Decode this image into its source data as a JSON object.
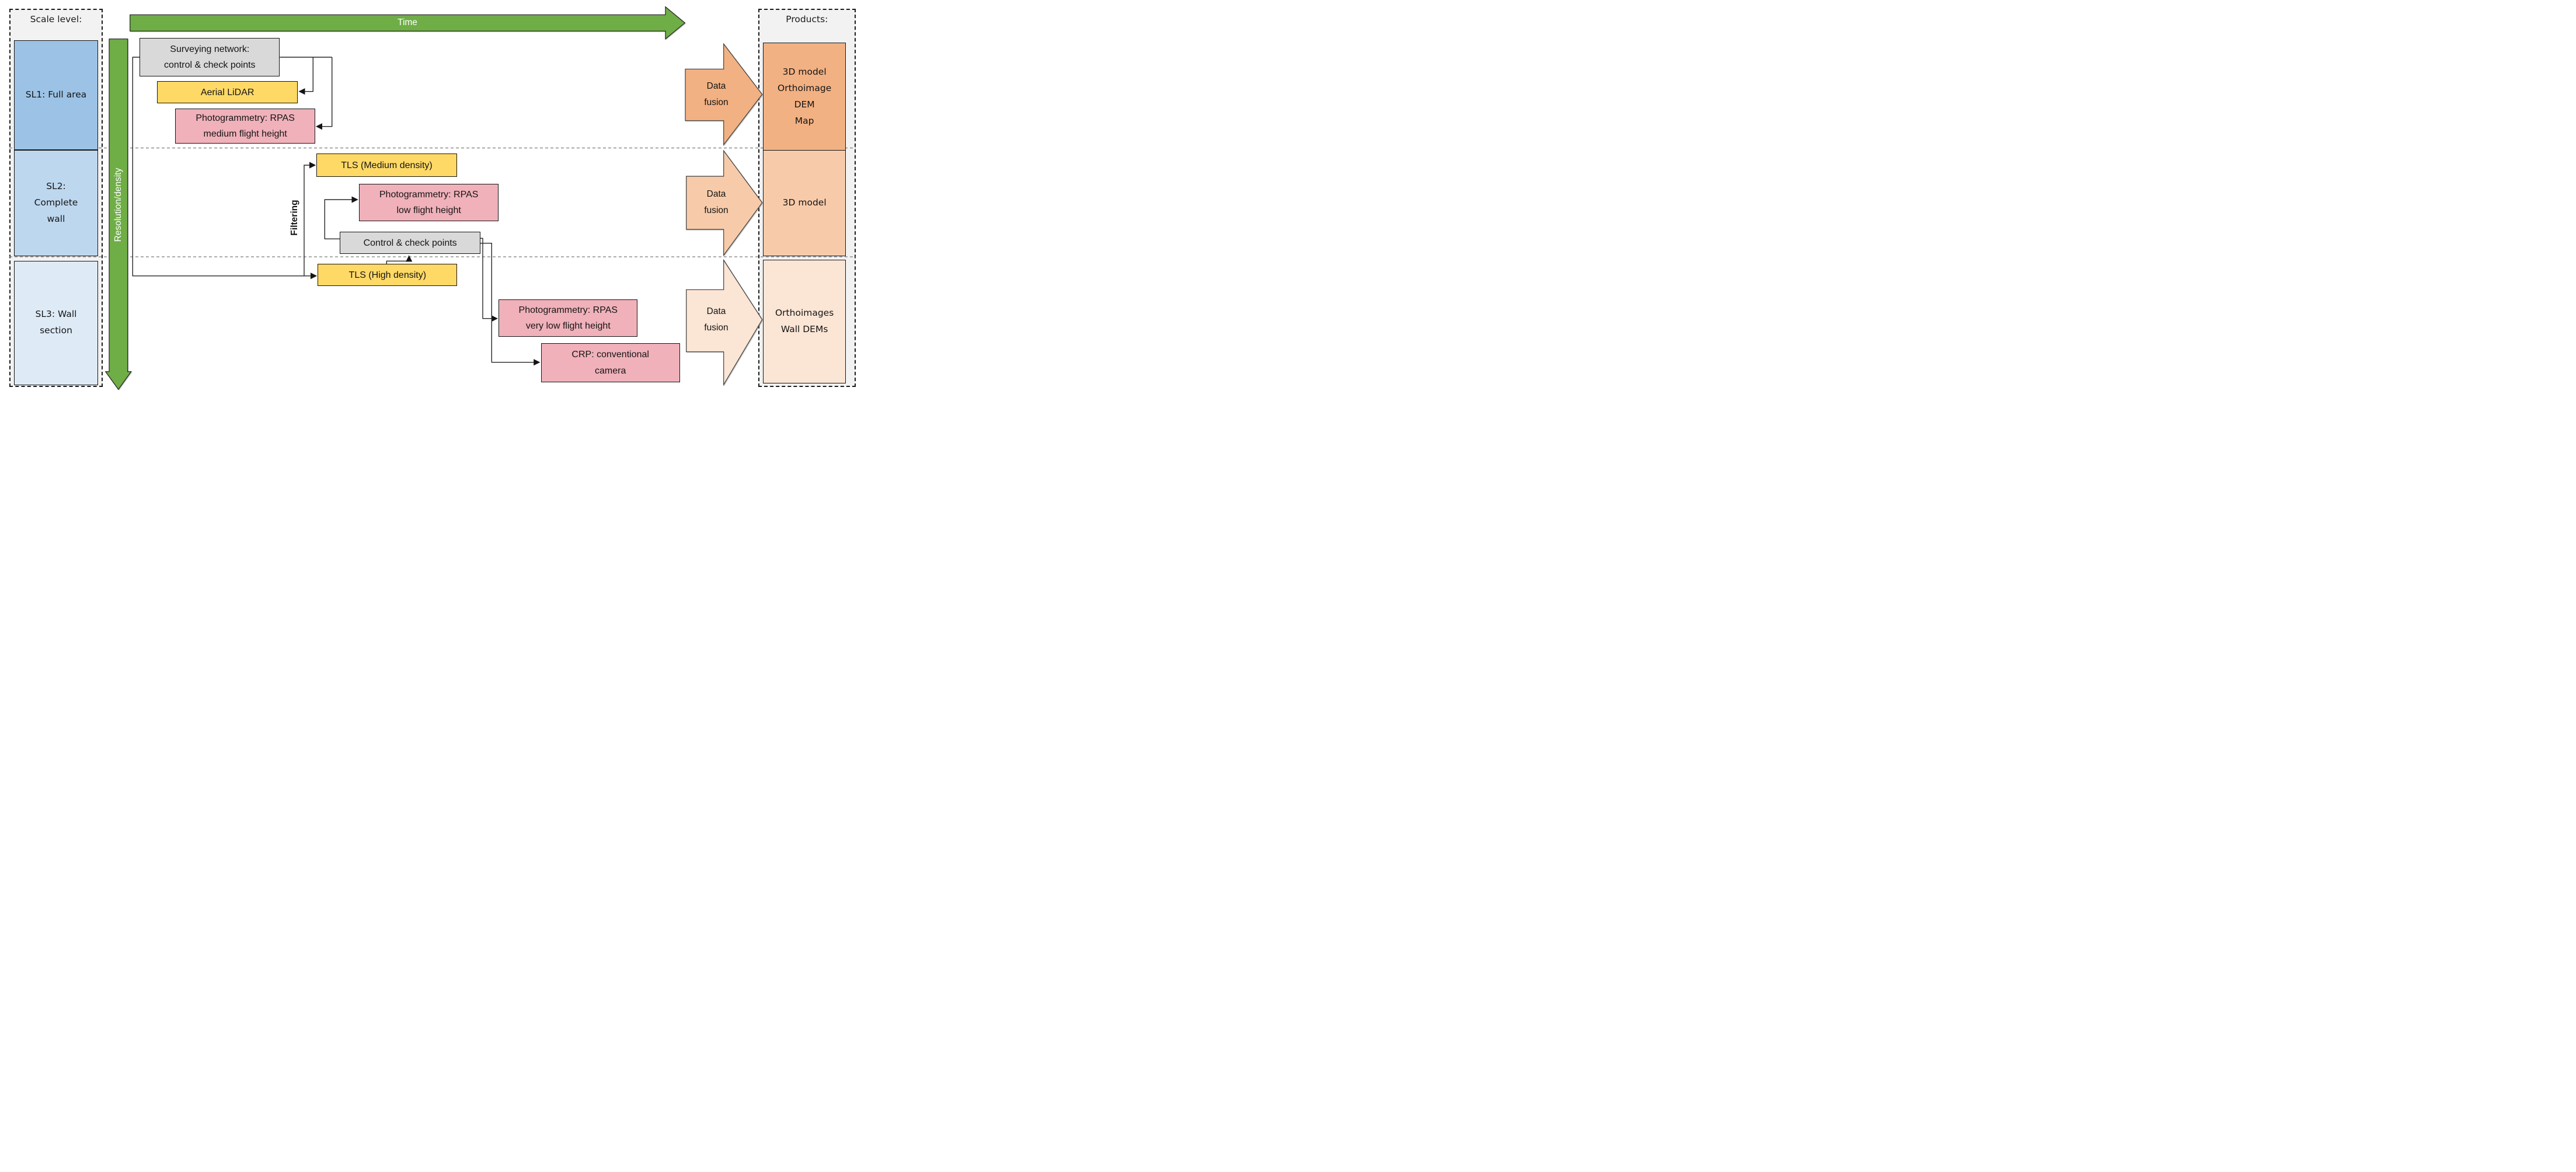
{
  "columns": {
    "scale": {
      "header": "Scale level:"
    },
    "products_col": {
      "header": "Products:"
    }
  },
  "scale_levels": [
    {
      "id": "SL1",
      "lines": [
        "SL1: Full area"
      ]
    },
    {
      "id": "SL2",
      "lines": [
        "SL2:",
        "Complete",
        "wall"
      ]
    },
    {
      "id": "SL3",
      "lines": [
        "SL3: Wall",
        "section"
      ]
    }
  ],
  "axes": {
    "time": "Time",
    "resolution": "Resolution/density",
    "filtering": "Filtering"
  },
  "boxes": {
    "surveying": {
      "lines": [
        "Surveying network:",
        "control & check points"
      ]
    },
    "aerial_lidar": {
      "lines": [
        "Aerial LiDAR"
      ]
    },
    "photo_medium": {
      "lines": [
        "Photogrammetry: RPAS",
        "medium flight height"
      ]
    },
    "tls_medium": {
      "lines": [
        "TLS (Medium density)"
      ]
    },
    "photo_low": {
      "lines": [
        "Photogrammetry: RPAS",
        "low flight height"
      ]
    },
    "control_points": {
      "lines": [
        "Control & check points"
      ]
    },
    "tls_high": {
      "lines": [
        "TLS (High density)"
      ]
    },
    "photo_very_low": {
      "lines": [
        "Photogrammetry: RPAS",
        "very low flight height"
      ]
    },
    "crp": {
      "lines": [
        "CRP: conventional",
        "camera"
      ]
    }
  },
  "data_fusion": {
    "lines": [
      "Data",
      "fusion"
    ]
  },
  "products": [
    {
      "lines": [
        "3D model",
        "Orthoimage",
        "DEM",
        "Map"
      ]
    },
    {
      "lines": [
        "3D model"
      ]
    },
    {
      "lines": [
        "Orthoimages",
        "Wall DEMs"
      ]
    }
  ],
  "colors": {
    "green": "#6FAD47",
    "yellow": "#FFD966",
    "pink": "#F0B1BA",
    "gray_box": "#D9D9D9",
    "column_bg": "#F2F2F2",
    "sl1_blue": "#9CC3E6",
    "sl2_blue": "#BDD7EE",
    "sl3_blue": "#DEEBF7",
    "fusion1": "#F2B183",
    "fusion2": "#F7CBAA",
    "fusion3": "#FBE5D5",
    "product1": "#F2B183",
    "product2": "#F7CBAA",
    "product3": "#FBE5D5"
  }
}
